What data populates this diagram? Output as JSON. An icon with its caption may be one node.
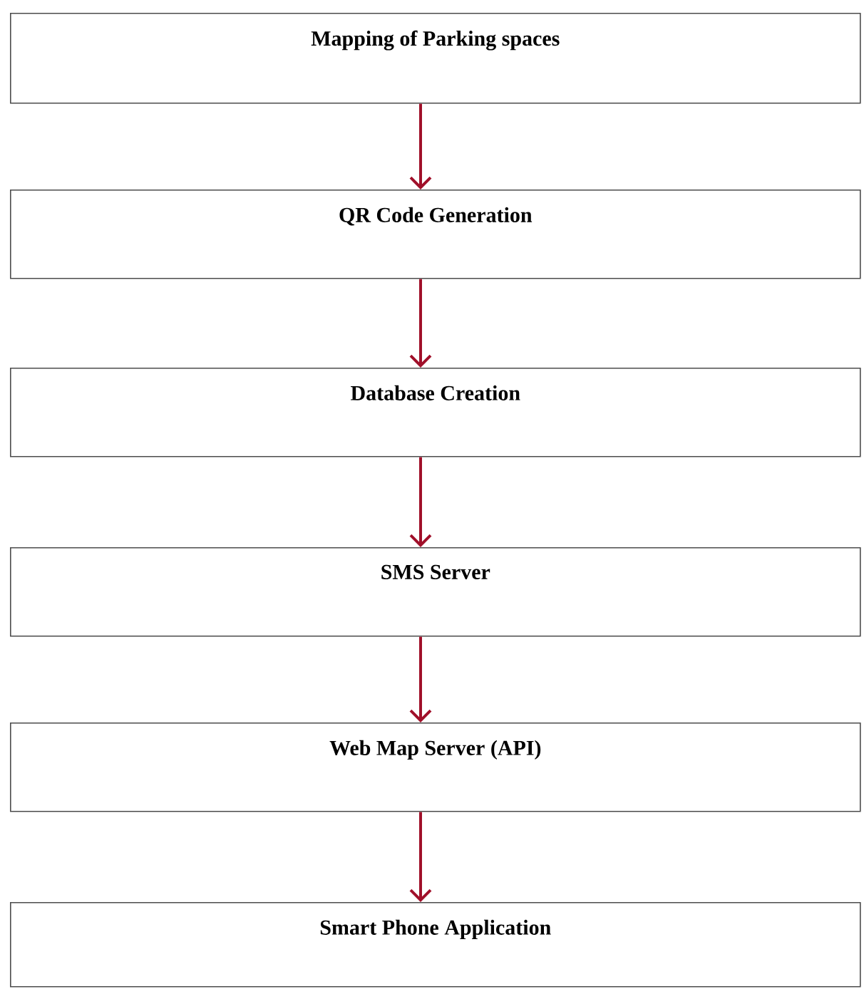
{
  "diagram": {
    "nodes": [
      {
        "text": [
          "Mapping of Parking spaces"
        ]
      },
      {
        "text": [
          "QR Code Generation"
        ]
      },
      {
        "text": [
          "Database Creation"
        ]
      },
      {
        "text": [
          "SMS Server"
        ]
      },
      {
        "text": [
          "Web Map Server (API)"
        ]
      },
      {
        "text": [
          "Smart Phone Application"
        ]
      }
    ],
    "edges": [
      {
        "from": 0,
        "to": 1,
        "arrow": "to"
      },
      {
        "from": 1,
        "to": 2,
        "arrow": "to"
      },
      {
        "from": 2,
        "to": 3,
        "arrow": "to"
      },
      {
        "from": 3,
        "to": 4,
        "arrow": "to"
      },
      {
        "from": 4,
        "to": 5,
        "arrow": "to"
      }
    ]
  }
}
